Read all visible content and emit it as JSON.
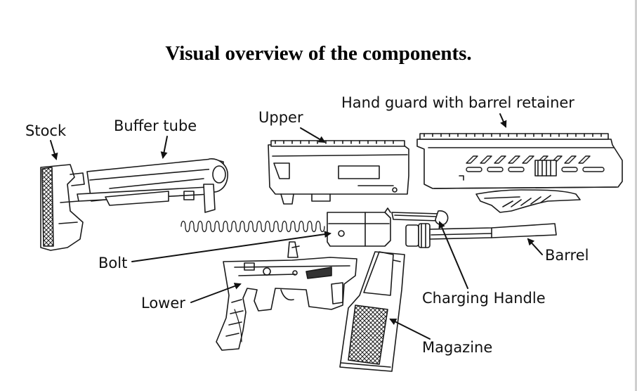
{
  "title": "Visual overview of the components.",
  "labels": {
    "stock": "Stock",
    "buffer_tube": "Buffer tube",
    "upper": "Upper",
    "hand_guard": "Hand guard with barrel retainer",
    "bolt": "Bolt",
    "barrel": "Barrel",
    "lower": "Lower",
    "charging_handle": "Charging Handle",
    "magazine": "Magazine"
  }
}
